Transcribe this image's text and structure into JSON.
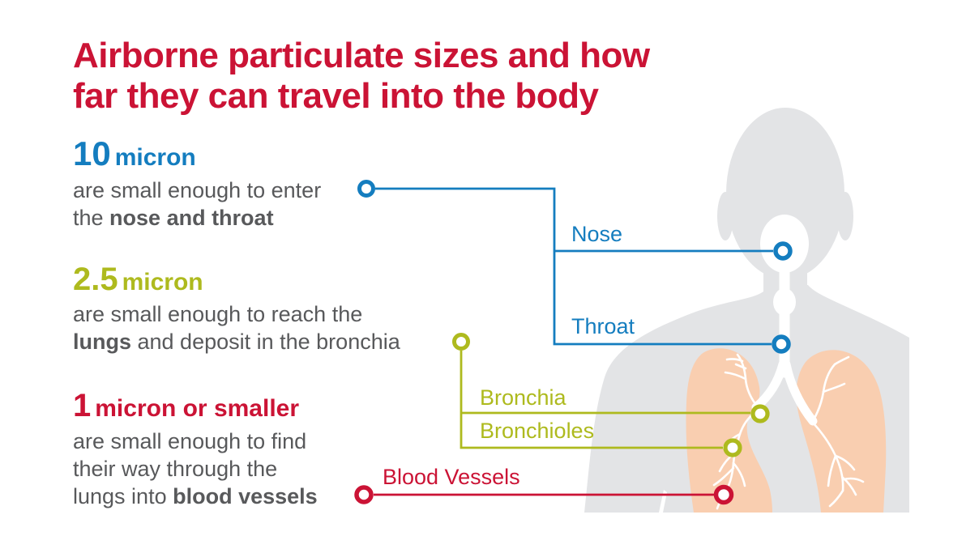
{
  "title": "Airborne particulate sizes and how\nfar they can travel into the body",
  "colors": {
    "red": "#cb1335",
    "blue": "#147dbf",
    "olive": "#aeba1e",
    "text_gray": "#58595b",
    "body_gray": "#e3e4e6",
    "lung_peach": "#f9ceb0"
  },
  "blocks": [
    {
      "size": "10",
      "unit": "micron",
      "text_pre": "are small enough to enter\nthe ",
      "text_bold": "nose and throat",
      "text_post": ""
    },
    {
      "size": "2.5",
      "unit": "micron",
      "text_pre": "are small enough to reach the\n",
      "text_bold": "lungs",
      "text_post": " and deposit in the bronchia"
    },
    {
      "size": "1",
      "unit": "micron or smaller",
      "text_pre": "are small enough to find\ntheir way through the\nlungs into ",
      "text_bold": "blood vessels",
      "text_post": ""
    }
  ],
  "organ_labels": [
    {
      "text": "Nose",
      "color": "blue"
    },
    {
      "text": "Throat",
      "color": "blue"
    },
    {
      "text": "Bronchia",
      "color": "olive"
    },
    {
      "text": "Bronchioles",
      "color": "olive"
    },
    {
      "text": "Blood Vessels",
      "color": "red"
    }
  ]
}
